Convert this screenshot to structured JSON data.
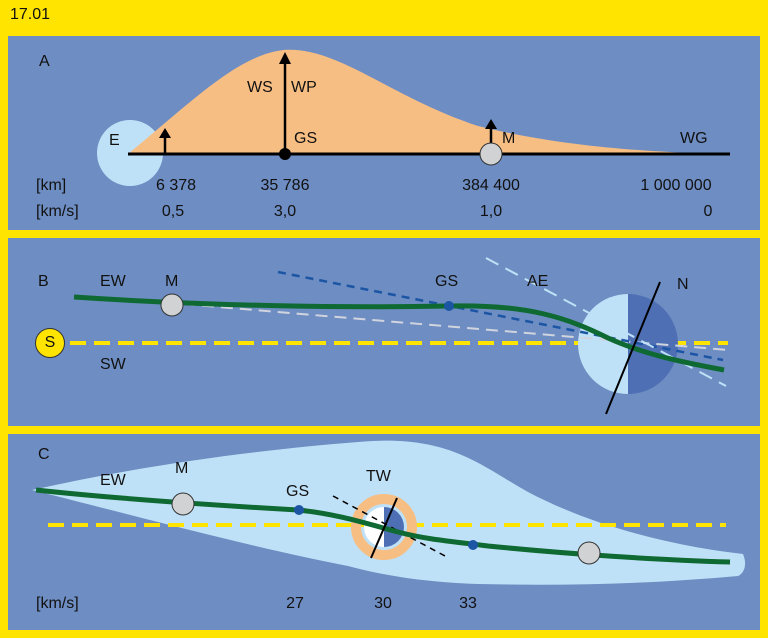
{
  "figure_id": "17.01",
  "panel_a": {
    "letter": "A",
    "earth_label": "E",
    "ws_label": "WS",
    "wp_label": "WP",
    "gs_label": "GS",
    "m_label": "M",
    "wg_label": "WG",
    "km_unit": "[km]",
    "kms_unit": "[km/s]",
    "distances": [
      "6 378",
      "35 786",
      "384 400",
      "1 000 000"
    ],
    "speeds": [
      "0,5",
      "3,0",
      "1,0",
      "0"
    ]
  },
  "panel_b": {
    "letter": "B",
    "ew_label": "EW",
    "m_label": "M",
    "gs_label": "GS",
    "ae_label": "AE",
    "n_label": "N",
    "s_label": "S",
    "sw_label": "SW"
  },
  "panel_c": {
    "letter": "C",
    "ew_label": "EW",
    "m_label": "M",
    "gs_label": "GS",
    "tw_label": "TW",
    "kms_unit": "[km/s]",
    "speeds": [
      "27",
      "30",
      "33"
    ]
  },
  "colors": {
    "frame": "#FFE400",
    "panel_bg": "#6E8DC2",
    "light_blue": "#BFE1F7",
    "orange": "#F7BE84",
    "green_track": "#0E6A32",
    "dark_blue": "#1B55A4",
    "dashed_yellow": "#FFE400"
  }
}
